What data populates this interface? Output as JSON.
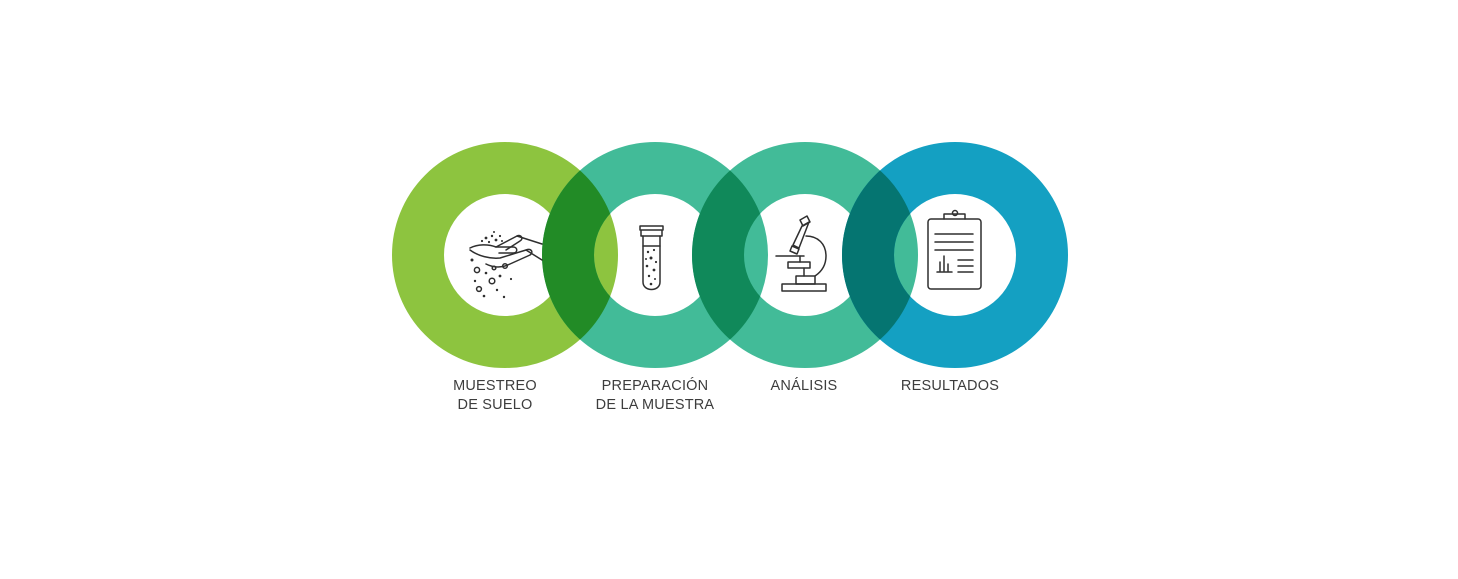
{
  "colors": {
    "step1": "#8dc43f",
    "step2": "#42bb98",
    "step3": "#42bb98",
    "step4": "#14a0c2",
    "overlap12": "#228b26",
    "overlap23": "#10895a",
    "overlap34": "#057571",
    "icon": "#2f2f2f"
  },
  "steps": [
    {
      "id": "muestreo",
      "icon": "hand-soil-icon",
      "line1": "MUESTREO",
      "line2": "DE SUELO"
    },
    {
      "id": "preparacion",
      "icon": "test-tube-icon",
      "line1": "PREPARACIÓN",
      "line2": "DE LA MUESTRA"
    },
    {
      "id": "analisis",
      "icon": "microscope-icon",
      "line1": "ANÁLISIS",
      "line2": ""
    },
    {
      "id": "resultados",
      "icon": "clipboard-chart-icon",
      "line1": "RESULTADOS",
      "line2": ""
    }
  ]
}
